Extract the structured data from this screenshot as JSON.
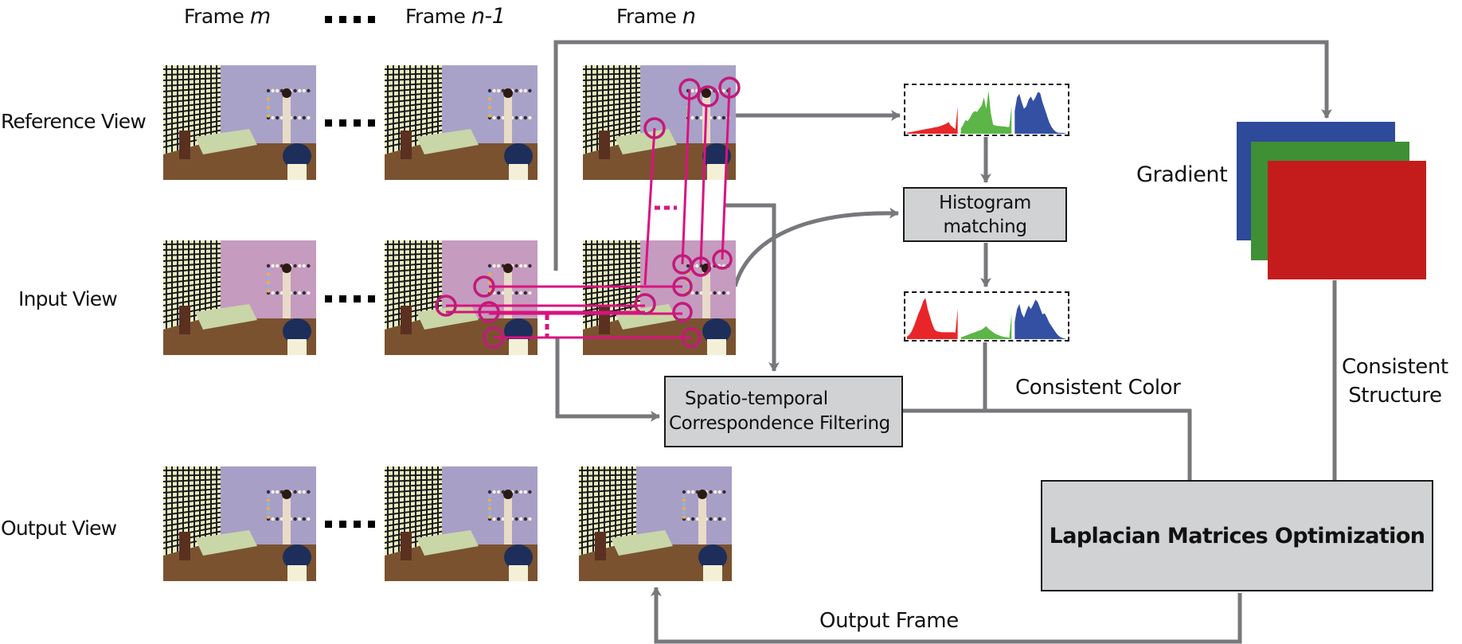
{
  "headers": {
    "frame_m": {
      "prefix": "Frame",
      "var": "m"
    },
    "frame_n1": {
      "prefix": "Frame",
      "var": "n-1"
    },
    "frame_n": {
      "prefix": "Frame",
      "var": "n"
    }
  },
  "rows": {
    "reference": "Reference View",
    "input": "Input View",
    "output": "Output View"
  },
  "boxes": {
    "histogram_matching": [
      "Histogram",
      "matching"
    ],
    "spatio_temporal": [
      "Spatio-temporal",
      "Correspondence Filtering"
    ],
    "laplacian": "Laplacian Matrices Optimization"
  },
  "labels": {
    "gradient": "Gradient",
    "consistent_color": "Consistent Color",
    "consistent_structure": [
      "Consistent",
      "Structure"
    ],
    "output_frame": "Output Frame"
  },
  "colors": {
    "arrow": "#77787b",
    "correspondence": "#d9137f",
    "box_fill": "#d1d2d4",
    "hist_red": "#e8262a",
    "hist_green": "#5cb547",
    "hist_blue": "#3450a3",
    "ref_wall": "#a9a2c8",
    "input_wall": "#c59bbf",
    "output_wall": "#a79fc6"
  },
  "histograms": {
    "reference": {
      "red": [
        2,
        3,
        4,
        5,
        6,
        7,
        8,
        9,
        10,
        11,
        12,
        13,
        14,
        15,
        16,
        18,
        20,
        22,
        26,
        18,
        14,
        10,
        60
      ],
      "green": [
        12,
        20,
        30,
        28,
        35,
        45,
        50,
        48,
        55,
        62,
        80,
        55,
        95,
        45,
        20,
        18,
        17,
        17,
        16,
        16,
        15,
        15,
        60
      ],
      "blue": [
        50,
        80,
        88,
        70,
        55,
        60,
        75,
        82,
        72,
        80,
        92,
        90,
        70,
        55,
        40,
        25,
        15,
        8,
        4,
        2,
        2,
        2,
        1
      ]
    },
    "matched": {
      "red": [
        6,
        10,
        18,
        30,
        45,
        60,
        72,
        88,
        96,
        70,
        52,
        35,
        22,
        18,
        17,
        16,
        16,
        16,
        16,
        16,
        16,
        15,
        70
      ],
      "green": [
        4,
        6,
        8,
        10,
        12,
        14,
        16,
        18,
        20,
        22,
        26,
        30,
        24,
        20,
        16,
        12,
        10,
        8,
        6,
        5,
        4,
        3,
        60
      ],
      "blue": [
        40,
        70,
        82,
        60,
        50,
        65,
        78,
        70,
        80,
        92,
        86,
        72,
        58,
        60,
        50,
        38,
        30,
        22,
        14,
        8,
        4,
        2,
        1
      ]
    }
  }
}
